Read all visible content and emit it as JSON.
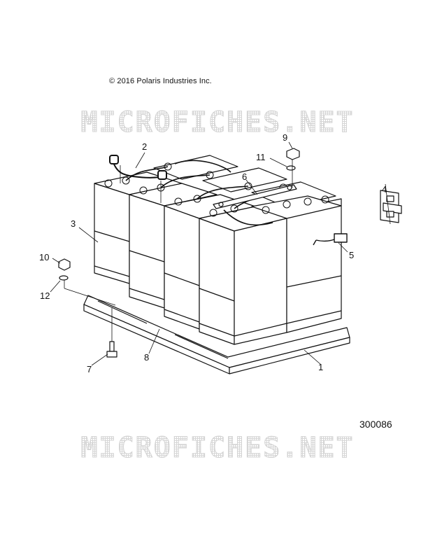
{
  "copyright": "© 2016 Polaris Industries Inc.",
  "watermark": "MICROFICHES.NET",
  "diagram_number": "300086",
  "callouts": [
    "1",
    "2",
    "3",
    "4",
    "5",
    "6",
    "7",
    "8",
    "9",
    "10",
    "11",
    "12"
  ]
}
